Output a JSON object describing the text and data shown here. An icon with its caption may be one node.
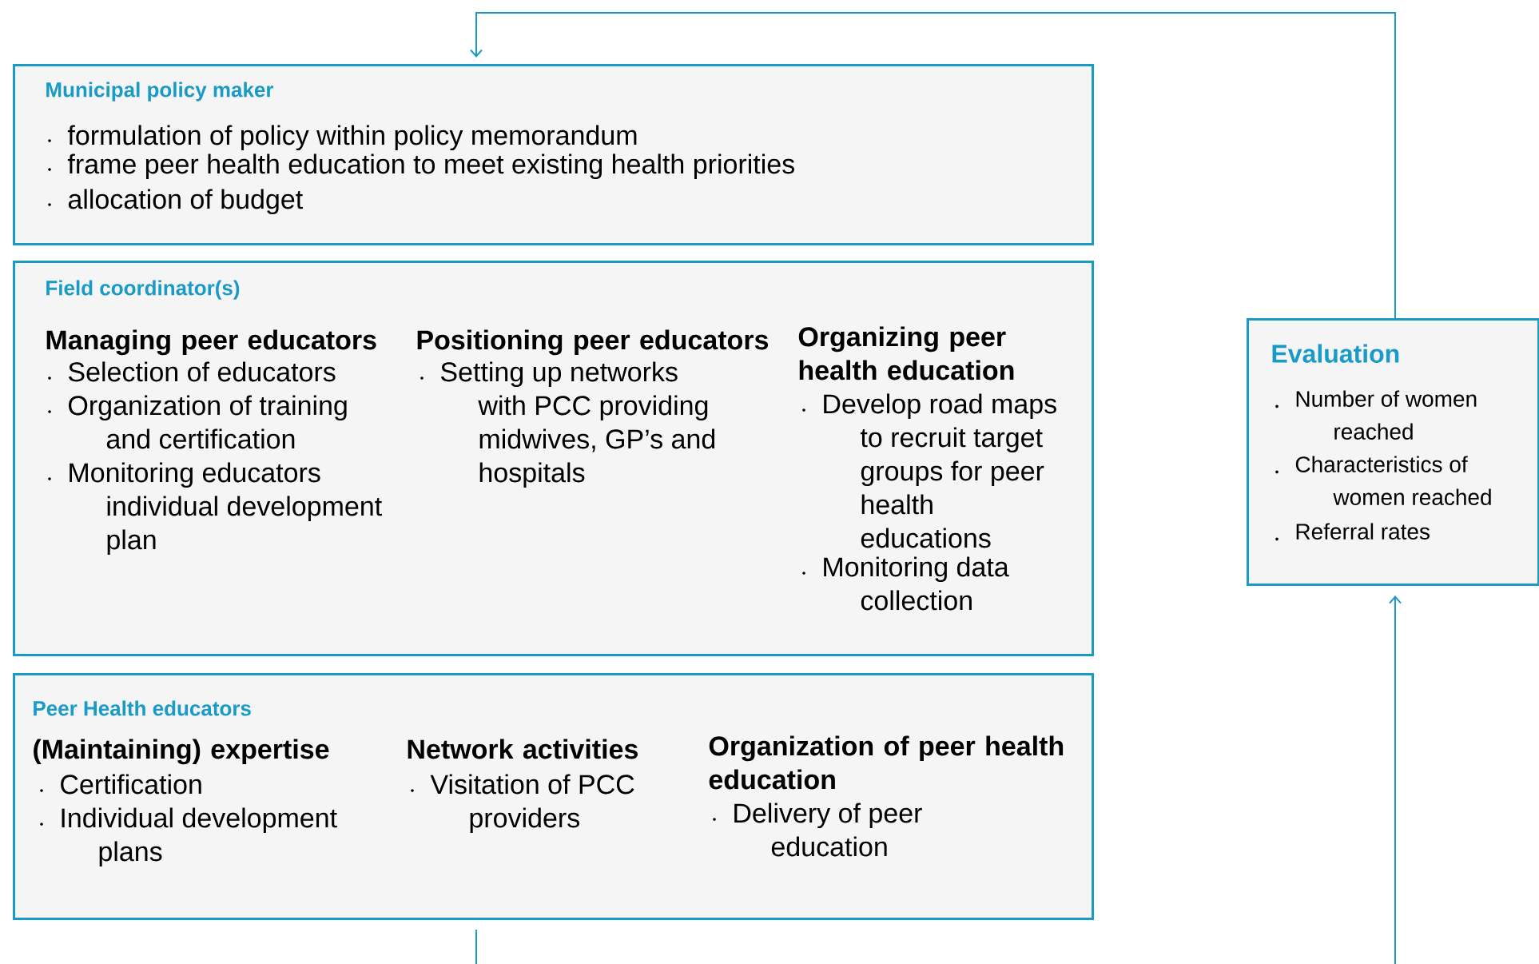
{
  "diagram": {
    "nodes": [
      {
        "text": [
          "Municipal policy maker",
          "formulation of policy within policy memorandum",
          "frame peer health education to meet existing health priorities",
          "allocation of budget"
        ]
      },
      {
        "text": [
          "Field coordinator(s)",
          "Managing peer educators",
          "Selection of educators",
          "Organization of training and certification",
          "Monitoring educators individual development plan",
          "Positioning peer educators",
          "Setting up networks with PCC providing midwives, GP’s and hospitals",
          "Organizing peer health education",
          "Develop road maps to recruit target groups for peer health educations",
          "Monitoring data collection"
        ]
      },
      {
        "text": [
          "Peer Health educators",
          "(Maintaining) expertise",
          "Certification",
          "Individual development plans",
          "Network activities",
          "Visitation of PCC providers",
          "Organization of peer health education",
          "Delivery of peer education"
        ]
      },
      {
        "text": [
          "Evaluation",
          "Number of women reached",
          "Characteristics of women reached",
          "Referral rates"
        ]
      }
    ],
    "edges": [
      {
        "from": 2,
        "to": 3,
        "arrow": "to"
      },
      {
        "from": 3,
        "to": 0,
        "arrow": "to"
      }
    ]
  }
}
